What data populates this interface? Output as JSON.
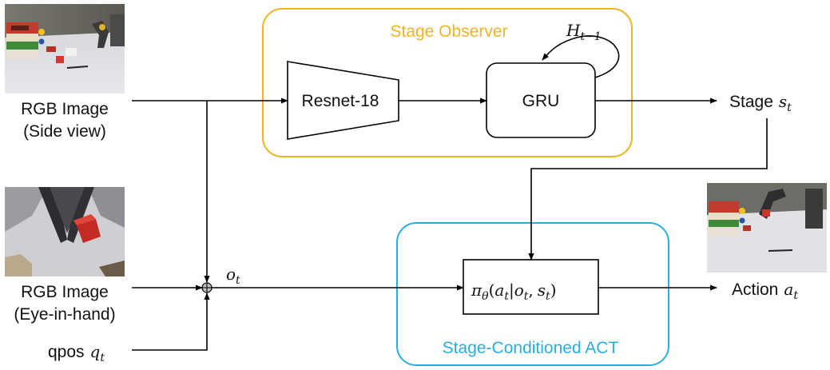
{
  "colors": {
    "stage_observer": "#f0b323",
    "stage_conditioned_act": "#29aee0",
    "lines": "#000000"
  },
  "inputs": {
    "side_view": {
      "line1": "RGB Image",
      "line2": "(Side view)"
    },
    "eye_in_hand": {
      "line1": "RGB Image",
      "line2": "(Eye-in-hand)"
    },
    "qpos": {
      "label": "qpos",
      "symbol": "q",
      "subscript": "t"
    }
  },
  "stage_observer": {
    "title": "Stage Observer",
    "encoder": "Resnet-18",
    "recurrent": "GRU",
    "hidden_state": {
      "symbol": "H",
      "subscript": "t−1"
    }
  },
  "observation": {
    "symbol": "o",
    "subscript": "t"
  },
  "stage_output": {
    "label": "Stage",
    "symbol": "s",
    "subscript": "t"
  },
  "policy": {
    "title": "Stage-Conditioned ACT",
    "expression": {
      "pi": "π",
      "theta": "θ",
      "open": "(",
      "a": "a",
      "t1": "t",
      "bar": "|",
      "o": "o",
      "t2": "t",
      "comma": ",",
      "s": "s",
      "t3": "t",
      "close": ")"
    }
  },
  "action_output": {
    "label": "Action",
    "symbol": "a",
    "subscript": "t"
  },
  "images": {
    "side_view": "robot-workspace-side-view-photo",
    "eye_in_hand": "gripper-camera-photo",
    "action": "robot-arm-placing-block-photo"
  }
}
